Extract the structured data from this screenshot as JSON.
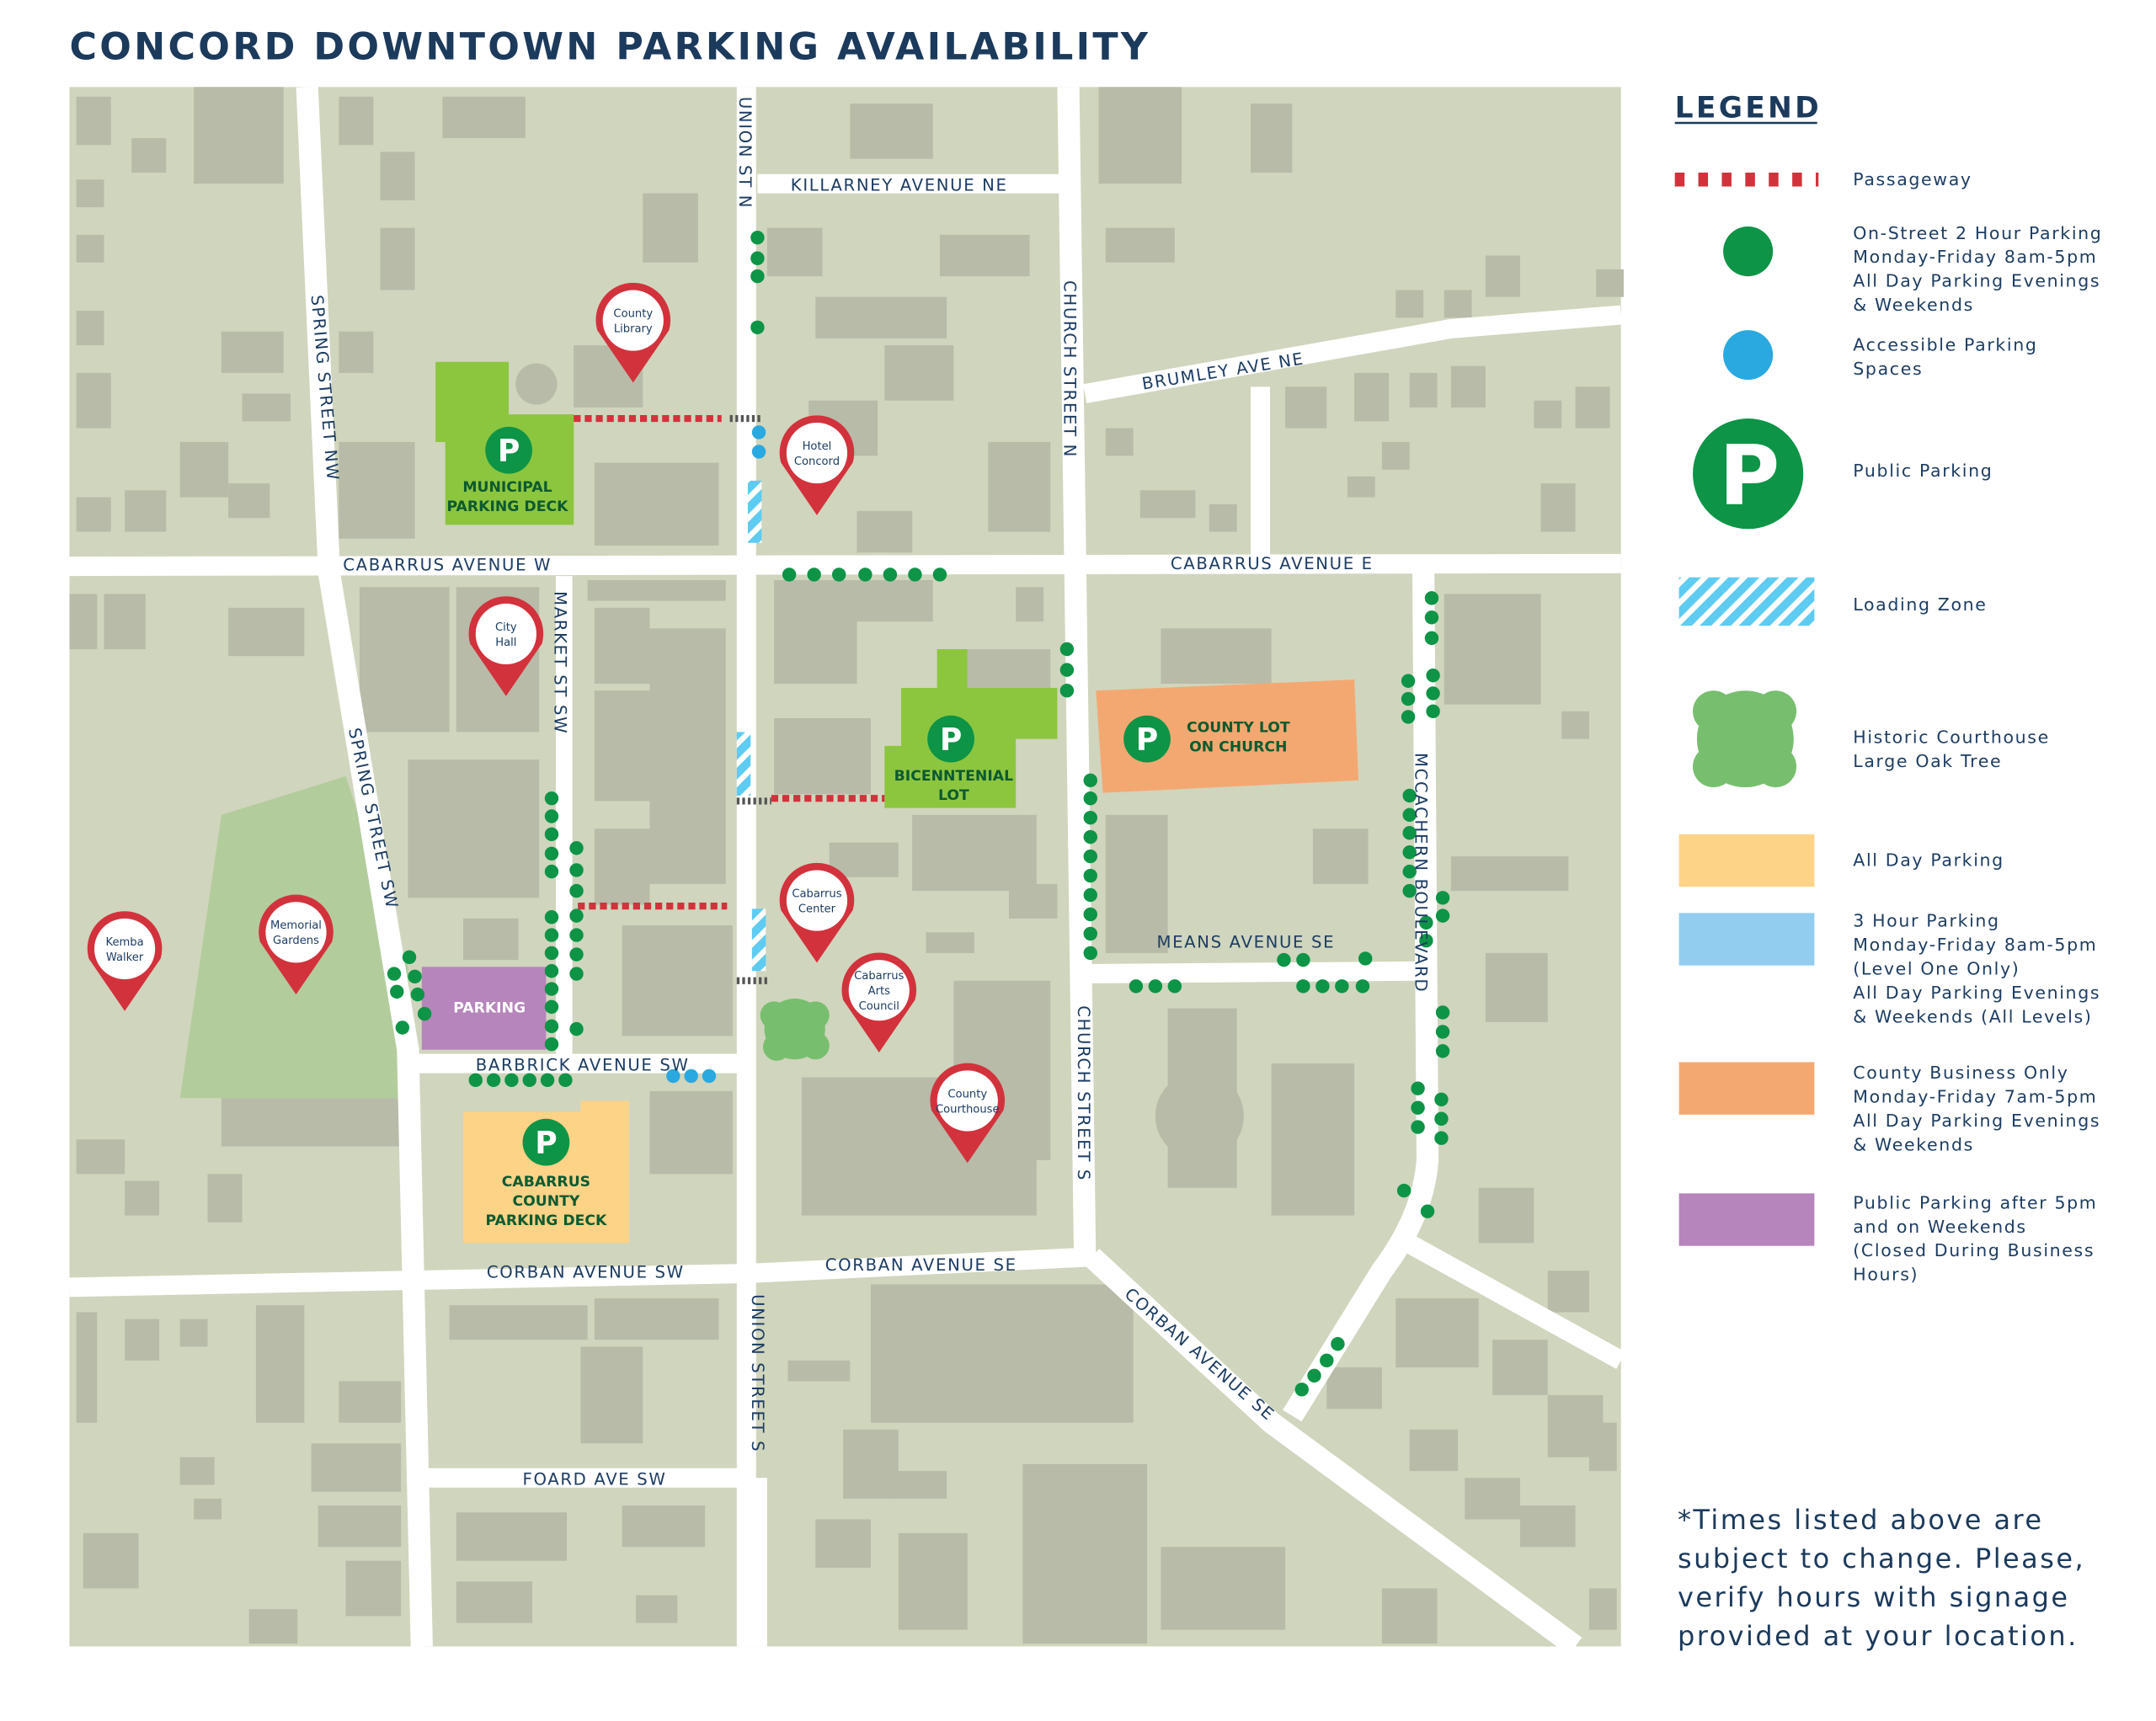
{
  "title": "CONCORD DOWNTOWN PARKING AVAILABILITY",
  "colors": {
    "navy": "#1b3a5c",
    "map_bg": "#d0d5bd",
    "building": "#b7bba8",
    "on_street": "#0d9446",
    "accessible": "#29a9e0",
    "passageway": "#d2323c",
    "loading": "#5ecbf2",
    "all_day": "#fdd388",
    "three_hour": "#92cdef",
    "county_business": "#f4a871",
    "after_5pm": "#b585bb",
    "lot_green": "#8cc63f",
    "park_green": "#b3cc9c"
  },
  "streets": {
    "spring_nw": "SPRING STREET NW",
    "spring_sw": "SPRING STREET SW",
    "union_n": "UNION ST N",
    "union_s": "UNION STREET S",
    "church_n": "CHURCH STREET N",
    "church_s": "CHURCH STREET S",
    "killarney": "KILLARNEY AVENUE NE",
    "brumley": "BRUMLEY AVE NE",
    "cabarrus_w": "CABARRUS AVENUE W",
    "cabarrus_e": "CABARRUS AVENUE E",
    "market": "MARKET ST SW",
    "means": "MEANS AVENUE SE",
    "mccachern": "MCCACHERN BOULEVARD",
    "barbrick": "BARBRICK AVENUE SW",
    "corban_sw": "CORBAN AVENUE SW",
    "corban_se": "CORBAN AVENUE SE",
    "corban_se_diag": "CORBAN AVENUE SE",
    "foard": "FOARD AVE SW"
  },
  "lots": {
    "municipal": [
      "MUNICIPAL",
      "PARKING DECK"
    ],
    "bicentennial": [
      "BICENNTENIAL",
      "LOT"
    ],
    "county_lot": [
      "COUNTY LOT",
      "ON CHURCH"
    ],
    "county_deck": [
      "CABARRUS",
      "COUNTY",
      "PARKING DECK"
    ],
    "purple": "PARKING",
    "p_symbol": "P"
  },
  "pins": [
    {
      "name": "county-library",
      "lines": [
        "County",
        "Library"
      ]
    },
    {
      "name": "hotel-concord",
      "lines": [
        "Hotel",
        "Concord"
      ]
    },
    {
      "name": "city-hall",
      "lines": [
        "City",
        "Hall"
      ]
    },
    {
      "name": "kemba-walker",
      "lines": [
        "Kemba",
        "Walker"
      ]
    },
    {
      "name": "memorial-gardens",
      "lines": [
        "Memorial",
        "Gardens"
      ]
    },
    {
      "name": "cabarrus-center",
      "lines": [
        "Cabarrus",
        "Center"
      ]
    },
    {
      "name": "cabarrus-arts-council",
      "lines": [
        "Cabarrus",
        "Arts",
        "Council"
      ]
    },
    {
      "name": "county-courthouse",
      "lines": [
        "County",
        "Courthouse"
      ]
    }
  ],
  "legend": {
    "title": "LEGEND",
    "items": [
      {
        "key": "passageway",
        "lines": [
          "Passageway"
        ]
      },
      {
        "key": "on-street",
        "lines": [
          "On-Street 2 Hour Parking",
          "Monday-Friday 8am-5pm",
          "All Day Parking Evenings",
          "& Weekends"
        ]
      },
      {
        "key": "accessible",
        "lines": [
          "Accessible Parking",
          "Spaces"
        ]
      },
      {
        "key": "public",
        "lines": [
          "Public Parking"
        ]
      },
      {
        "key": "loading",
        "lines": [
          "Loading Zone"
        ]
      },
      {
        "key": "oak-tree",
        "lines": [
          "Historic Courthouse",
          "Large Oak Tree"
        ]
      },
      {
        "key": "all-day",
        "lines": [
          "All Day Parking"
        ]
      },
      {
        "key": "three-hour",
        "lines": [
          "3 Hour Parking",
          "Monday-Friday 8am-5pm",
          "(Level One Only)",
          "All Day Parking Evenings",
          "& Weekends (All Levels)"
        ]
      },
      {
        "key": "county-business",
        "lines": [
          "County Business Only",
          "Monday-Friday 7am-5pm",
          "All Day Parking Evenings",
          "& Weekends"
        ]
      },
      {
        "key": "after-5pm",
        "lines": [
          "Public Parking after 5pm",
          "and on Weekends",
          "(Closed During Business",
          "Hours)"
        ]
      }
    ],
    "note": [
      "*Times listed above are",
      "subject to change. Please,",
      "verify hours with signage",
      "provided at your location."
    ]
  }
}
